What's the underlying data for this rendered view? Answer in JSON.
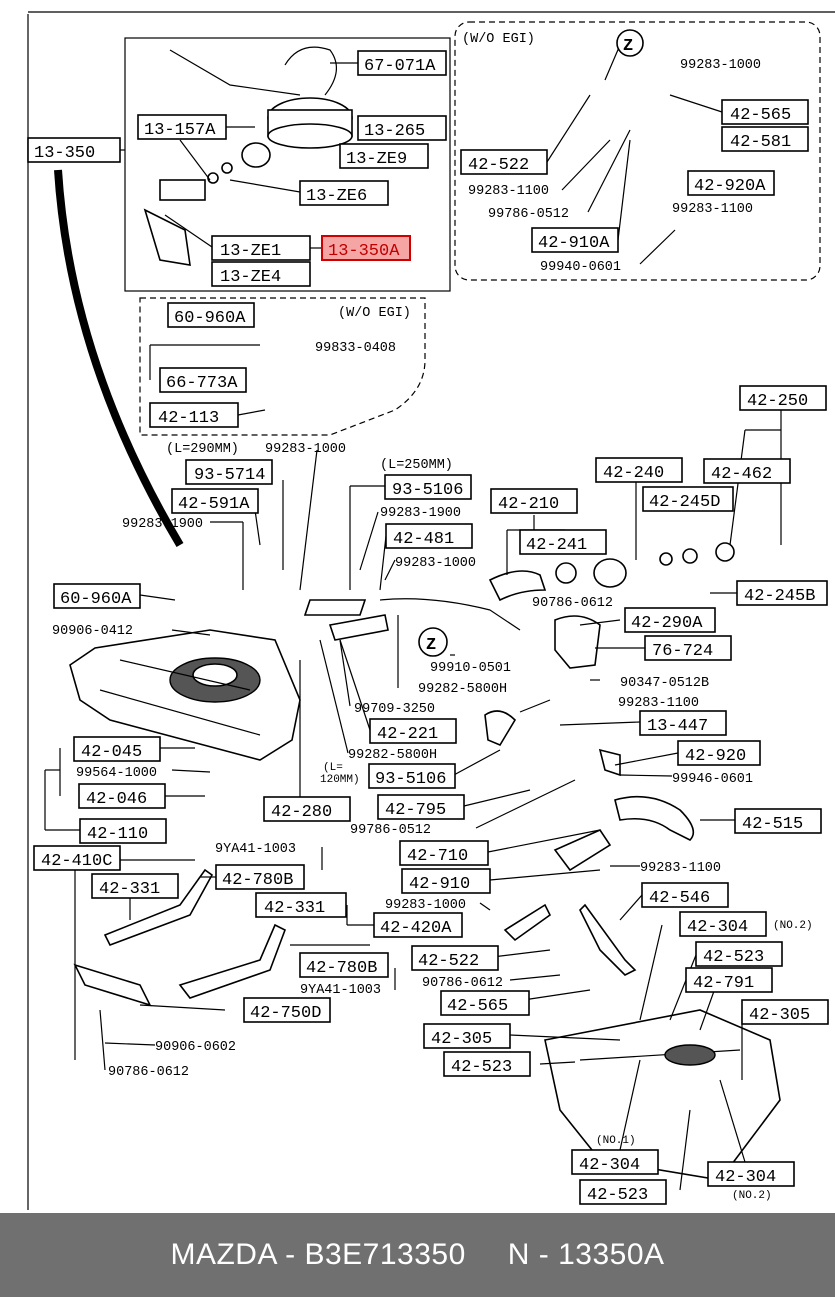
{
  "diagram": {
    "labels": {
      "l_67071a": "67-071A",
      "l_13157a": "13-157A",
      "l_13265": "13-265",
      "l_13ze9": "13-ZE9",
      "l_13ze6": "13-ZE6",
      "l_13ze1": "13-ZE1",
      "l_13350a": "13-350A",
      "l_13ze4": "13-ZE4",
      "l_13350": "13-350",
      "l_woegi1": "(W/O EGI)",
      "l_9928310001": "99283-1000",
      "l_42565a": "42-565",
      "l_42581": "42-581",
      "l_42522a": "42-522",
      "l_9928311001": "99283-1100",
      "l_42920a_top": "42-920A",
      "l_9978605121": "99786-0512",
      "l_9928311002": "99283-1100",
      "l_42910a": "42-910A",
      "l_9994006011": "99940-0601",
      "l_60960a1": "60-960A",
      "l_woegi2": "(W/O EGI)",
      "l_9983304": "99833-0408",
      "l_66773a": "66-773A",
      "l_42113": "42-113",
      "l_l290": "(L=290MM)",
      "l_9928310002": "99283-1000",
      "l_l250": "(L=250MM)",
      "l_935714": "93-5714",
      "l_935106a": "93-5106",
      "l_9928319001": "99283-1900",
      "l_42591a": "42-591A",
      "l_9928319002": "99283-1900",
      "l_42481": "42-481",
      "l_9928310003": "99283-1000",
      "l_42210": "42-210",
      "l_42241": "42-241",
      "l_42240": "42-240",
      "l_42462": "42-462",
      "l_42250": "42-250",
      "l_42245d": "42-245D",
      "l_42245b": "42-245B",
      "l_60960a2": "60-960A",
      "l_90786061201": "90786-0612",
      "l_42290a": "42-290A",
      "l_9090604": "90906-0412",
      "l_z1": "Z",
      "l_z2": "Z",
      "l_99910": "99910-0501",
      "l_76724": "76-724",
      "l_90347": "90347-0512B",
      "l_99282a": "99282-5800H",
      "l_9928311003": "99283-1100",
      "l_99709": "99709-3250",
      "l_13447": "13-447",
      "l_42221": "42-221",
      "l_42045": "42-045",
      "l_99564": "99564-1000",
      "l_42920": "42-920",
      "l_99282b": "99282-5800H",
      "l_l120a": "(L=",
      "l_l120b": "120MM)",
      "l_935106b": "93-5106",
      "l_99946": "99946-0601",
      "l_42046": "42-046",
      "l_42280": "42-280",
      "l_42795": "42-795",
      "l_42515": "42-515",
      "l_99786b": "99786-0512",
      "l_42110": "42-110",
      "l_42710": "42-710",
      "l_9ya41a": "9YA41-1003",
      "l_42410c": "42-410C",
      "l_9928311004": "99283-1100",
      "l_42331a": "42-331",
      "l_42780b1": "42-780B",
      "l_42910": "42-910",
      "l_42546": "42-546",
      "l_9928310004": "99283-1000",
      "l_42331b": "42-331",
      "l_42420a": "42-420A",
      "l_42304a": "42-304",
      "l_no2a": "(NO.2)",
      "l_42522b": "42-522",
      "l_42523a": "42-523",
      "l_90786b": "90786-0612",
      "l_42780b2": "42-780B",
      "l_42791": "42-791",
      "l_9ya41b": "9YA41-1003",
      "l_42565b": "42-565",
      "l_42305a": "42-305",
      "l_42750d": "42-750D",
      "l_90906b": "90906-0602",
      "l_42305b": "42-305",
      "l_42523b": "42-523",
      "l_90786c": "90786-0612",
      "l_no1": "(NO.1)",
      "l_42304b": "42-304",
      "l_42304c": "42-304",
      "l_no2b": "(NO.2)",
      "l_42523c": "42-523"
    },
    "highlight_color": "#d00000"
  },
  "footer": {
    "brand_part": "MAZDA - B3E713350",
    "number_part": "N - 13350A",
    "background": "#707070"
  }
}
